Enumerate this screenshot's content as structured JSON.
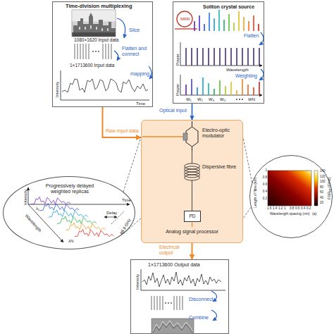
{
  "diagram": {
    "nodes": [
      {
        "text": [
          "Time-division multiplexing",
          "1080×1620 Input data",
          "Slice",
          "Flatten and connect",
          "1×1713600 Input data",
          "mapping",
          "Intensity",
          "Time"
        ]
      },
      {
        "text": [
          "Soliton crystal source",
          "MRR",
          "Flatten",
          "Power",
          "Wavelength",
          "Weighting",
          "Power",
          "W₁",
          "W₂",
          "W₃",
          "W₄",
          "WN"
        ]
      },
      {
        "text": [
          "Electro-optic modulator",
          "Dispersive fibre",
          "Analog signal processor"
        ]
      },
      {
        "text": [
          "PD"
        ],
        "in": 2
      },
      {
        "text": [
          "Progressively delayed weighted replicas",
          "Intensity",
          "Time",
          "Delay",
          "Wavelength",
          "48.9 GHz",
          "λ₁",
          "λN"
        ]
      },
      {
        "text": [
          "140",
          "120",
          "100",
          "80",
          "60",
          "40",
          "20",
          "FSR",
          "RF",
          "(GHz)",
          "Length of fibre (km)",
          "1",
          "0.8",
          "0.6",
          "0.4",
          "0.2",
          "1.6",
          "1.4",
          "1.2",
          "1",
          "0.8",
          "0.6",
          "0.4",
          "0.2",
          "Wavelength spacing (nm)",
          "(a)"
        ]
      },
      {
        "text": [
          "1×1713600 Output data",
          "Intensity",
          "Disconnect",
          "Combine"
        ]
      }
    ],
    "edges": [
      {
        "from": 0,
        "to": 2,
        "arrow": "to",
        "label": "Raw input data"
      },
      {
        "from": 1,
        "to": 2,
        "arrow": "to",
        "label": "Optical input"
      },
      {
        "from": 2,
        "to": 6,
        "arrow": "to",
        "label": "Electrical output"
      },
      {
        "from": 4,
        "to": 2,
        "arrow": "none"
      },
      {
        "from": 5,
        "to": 2,
        "arrow": "none"
      }
    ]
  }
}
